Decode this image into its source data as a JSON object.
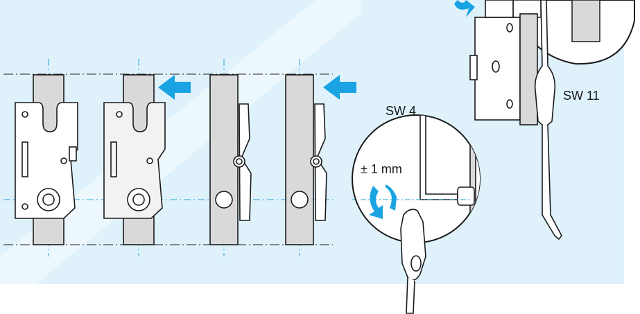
{
  "labels": {
    "sw4": "SW 4",
    "sw11": "SW 11",
    "adjust": "± 1 mm"
  },
  "colors": {
    "background_panel": "#dff2fc",
    "accent_blue": "#1aa3e3",
    "centerline": "#29a3dd",
    "line": "#1a1a1a",
    "rail_fill": "#d9d9d9",
    "part_fill": "#ffffff"
  },
  "icons": [
    "push-arrow-icon",
    "rotate-arrow-icon"
  ]
}
